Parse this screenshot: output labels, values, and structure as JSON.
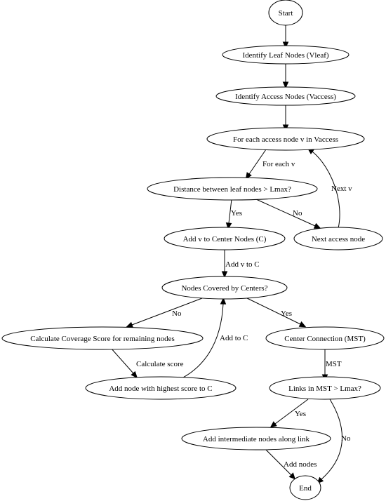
{
  "nodes": {
    "start": "Start",
    "identify_leaf": "Identify Leaf Nodes (Vleaf)",
    "identify_access": "Identify Access Nodes (Vaccess)",
    "for_each_access": "For each access node v in Vaccess",
    "distance_check": "Distance between leaf nodes > Lmax?",
    "add_center": "Add v to Center Nodes (C)",
    "next_access": "Next access node",
    "nodes_covered": "Nodes Covered by Centers?",
    "calc_coverage": "Calculate Coverage Score for remaining nodes",
    "center_connection": "Center Connection (MST)",
    "add_highest": "Add node with highest score to C",
    "links_check": "Links in MST > Lmax?",
    "add_intermediate": "Add intermediate nodes along link",
    "end": "End"
  },
  "edge_labels": {
    "for_each_v": "For each v",
    "next_v": "Next v",
    "yes_distance": "Yes",
    "no_distance": "No",
    "add_v_to_c": "Add v to C",
    "no_covered": "No",
    "yes_covered": "Yes",
    "add_to_c": "Add to C",
    "calculate_score": "Calculate score",
    "mst": "MST",
    "yes_links": "Yes",
    "no_links": "No",
    "add_nodes": "Add nodes"
  }
}
